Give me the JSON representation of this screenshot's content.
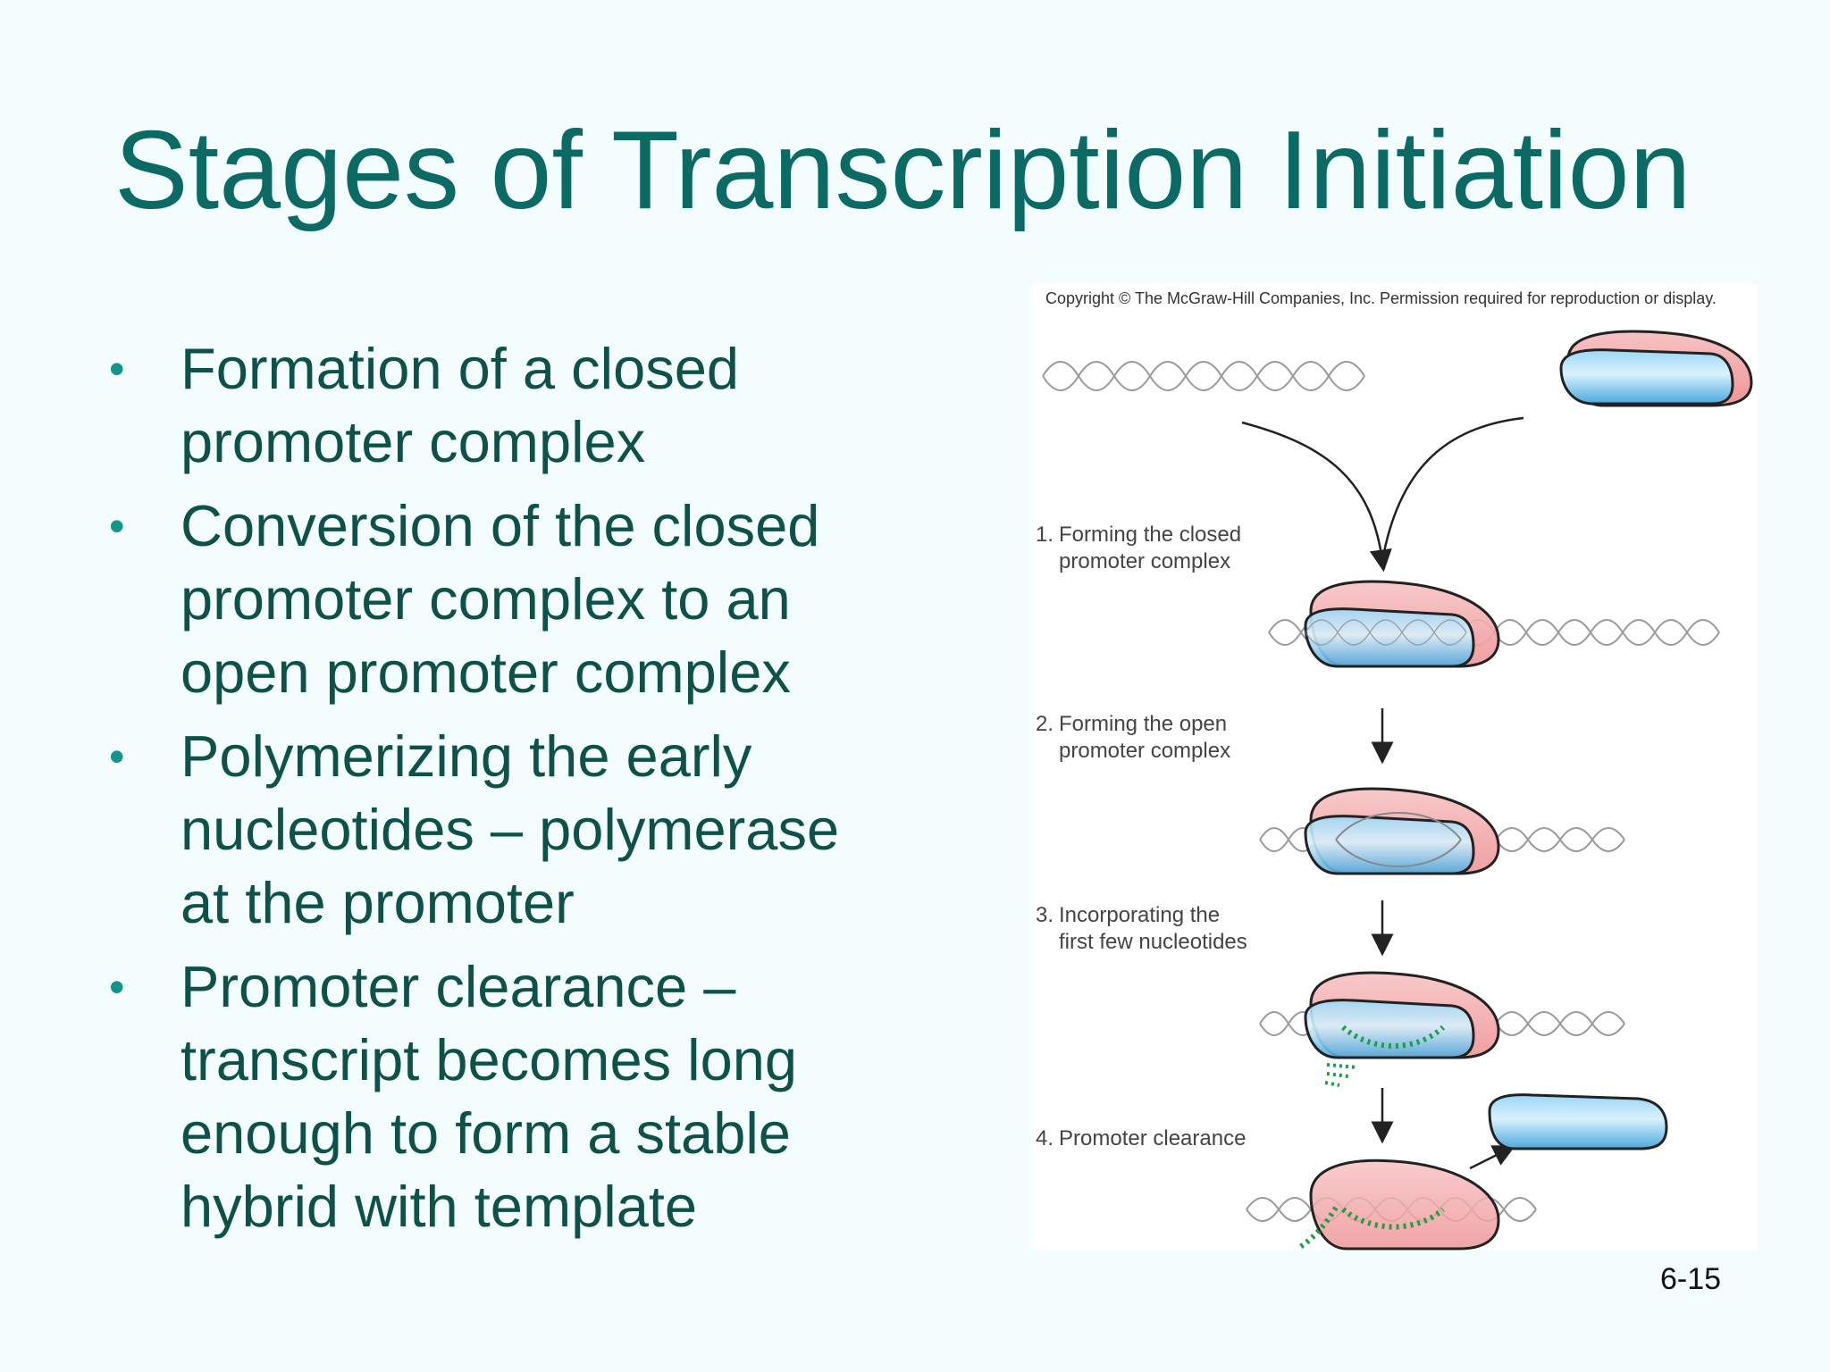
{
  "slide": {
    "title": "Stages of Transcription Initiation",
    "page_number": "6-15"
  },
  "bullets": [
    {
      "lines": [
        "Formation of a closed",
        "promoter complex"
      ]
    },
    {
      "lines": [
        "Conversion of the closed",
        "promoter complex to an",
        "open promoter complex"
      ]
    },
    {
      "lines": [
        "Polymerizing the early",
        "nucleotides – polymerase",
        "at the promoter"
      ]
    },
    {
      "lines": [
        "Promoter clearance –",
        "transcript becomes long",
        "enough to form a stable",
        "hybrid with template"
      ]
    }
  ],
  "figure": {
    "copyright": "Copyright © The McGraw-Hill Companies, Inc. Permission required for reproduction or display.",
    "steps": [
      {
        "num": "1.",
        "line1": "Forming the closed",
        "line2": "promoter complex"
      },
      {
        "num": "2.",
        "line1": "Forming the open",
        "line2": "promoter complex"
      },
      {
        "num": "3.",
        "line1": "Incorporating the",
        "line2": "first few nucleotides"
      },
      {
        "num": "4.",
        "line1": "Promoter clearance",
        "line2": ""
      }
    ],
    "colors": {
      "sigma_pink": "#f4a9ab",
      "core_blue": "#5bb4e6",
      "rna_green": "#1f9d4a",
      "dna_gray": "#9a9a9a"
    }
  }
}
